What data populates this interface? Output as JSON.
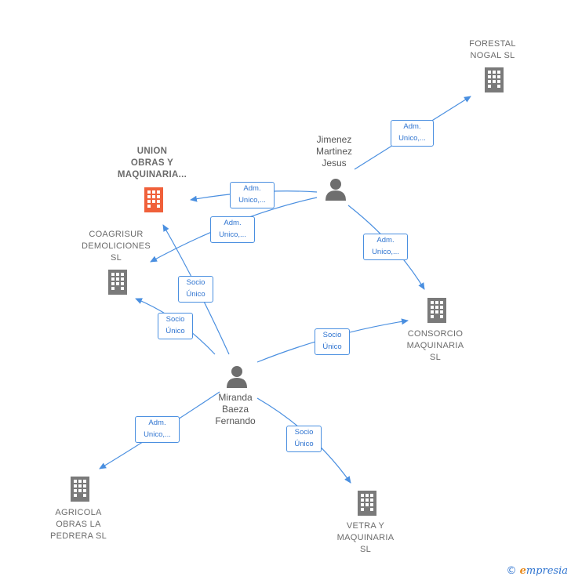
{
  "colors": {
    "edge": "#4a8fe0",
    "building_main": "#f0603a",
    "building": "#7a7a7a",
    "person": "#6e6e6e"
  },
  "companies": {
    "union": "UNION\nOBRAS Y\nMAQUINARIA...",
    "forestal": "FORESTAL\nNOGAL  SL",
    "coagrisur": "COAGRISUR\nDEMOLICIONES\nSL",
    "consorcio": "CONSORCIO\nMAQUINARIA\nSL",
    "agricola": "AGRICOLA\nOBRAS LA\nPEDRERA  SL",
    "vetra": "VETRA Y\nMAQUINARIA\nSL"
  },
  "people": {
    "jimenez": "Jimenez\nMartinez\nJesus",
    "miranda": "Miranda\nBaeza\nFernando"
  },
  "edges": {
    "e1": "Adm.\nUnico,...",
    "e2": "Adm.\nUnico,...",
    "e3": "Adm.\nUnico,...",
    "e4": "Adm.\nUnico,...",
    "e5": "Socio\nÚnico",
    "e6": "Socio\nÚnico",
    "e7": "Socio\nÚnico",
    "e8": "Adm.\nUnico,...",
    "e9": "Socio\nÚnico"
  },
  "footer": {
    "copyright": "©",
    "brand_e": "e",
    "brand_rest": "mpresia"
  }
}
